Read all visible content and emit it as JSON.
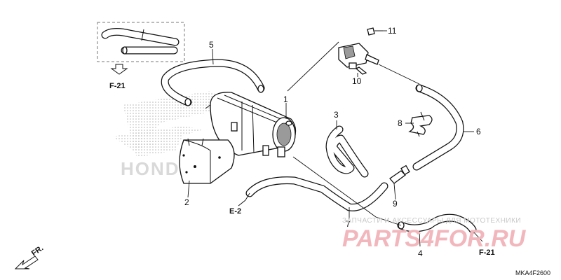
{
  "callouts": {
    "c1": "1",
    "c2": "2",
    "c3": "3",
    "c4": "4",
    "c5": "5",
    "c6": "6",
    "c7": "7",
    "c8": "8",
    "c9": "9",
    "c10": "10",
    "c11": "11"
  },
  "refs": {
    "f21_left": "F-21",
    "f21_right": "F-21",
    "e2": "E-2",
    "front": "FR."
  },
  "diagram_code": "MKA4F2600",
  "watermark": {
    "background_logo": "HONDA",
    "caption": "ЗАПЧАСТИ И АКСЕССУАРЫ ДЛЯ МОТОТЕХНИКИ",
    "brand": "PARTS4FOR.RU"
  }
}
